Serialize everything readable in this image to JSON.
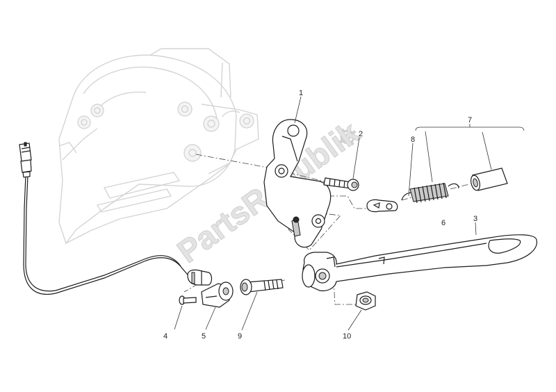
{
  "watermark": "PartsRepublik",
  "callouts": [
    {
      "id": "callout-1",
      "label": "1"
    },
    {
      "id": "callout-2",
      "label": "2"
    },
    {
      "id": "callout-3",
      "label": "3"
    },
    {
      "id": "callout-4",
      "label": "4"
    },
    {
      "id": "callout-5",
      "label": "5"
    },
    {
      "id": "callout-6",
      "label": "6"
    },
    {
      "id": "callout-7",
      "label": "7"
    },
    {
      "id": "callout-8",
      "label": "8"
    },
    {
      "id": "callout-9",
      "label": "9"
    },
    {
      "id": "callout-10",
      "label": "10"
    }
  ]
}
